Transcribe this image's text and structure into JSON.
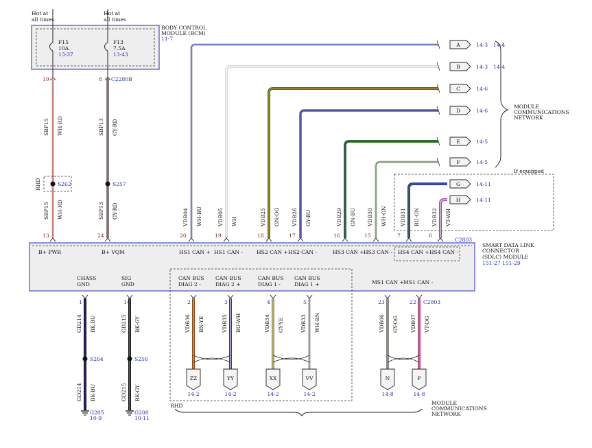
{
  "power_sources": [
    {
      "label_line1": "Hot at",
      "label_line2": "all times",
      "fuse": "F15",
      "rating": "10A",
      "ref": "13-37",
      "pin": "19",
      "circuit": "SBP15",
      "color": "WH-RD",
      "splice": "S262",
      "pin2": "13",
      "circuit2": "SBP15",
      "color2": "WH-RD",
      "sdlc_label": "B+ PWR"
    },
    {
      "label_line1": "Hot at",
      "label_line2": "all times",
      "fuse": "F13",
      "rating": "7.5A",
      "ref": "13-43",
      "pin": "8",
      "connector": "C2280B",
      "circuit": "SBP13",
      "color": "GY-RD",
      "splice": "S257",
      "pin2": "24",
      "circuit2": "SBP13",
      "color2": "GY-RD",
      "sdlc_label": "B+ VQM"
    }
  ],
  "bcm": {
    "line1": "BODY CONTROL",
    "line2": "MODULE (BCM)",
    "ref": "11-7"
  },
  "rhd_label": "RHD",
  "network_wires": [
    {
      "circuit": "VDB04",
      "color": "WH-BU",
      "pin": "20",
      "sdlc_label": "HS1 CAN +",
      "conn": "A",
      "ref": "14-3",
      "ref2": "14-4"
    },
    {
      "circuit": "VDB05",
      "color": "WH",
      "pin": "19",
      "sdlc_label": "HS1 CAN -",
      "conn": "B",
      "ref": "14-3",
      "ref2": "14-4"
    },
    {
      "circuit": "VDB25",
      "color": "GN-OG",
      "pin": "18",
      "sdlc_label": "HS2 CAN +",
      "conn": "C",
      "ref": "14-6",
      "ref2": ""
    },
    {
      "circuit": "VDB26",
      "color": "GY-BU",
      "pin": "17",
      "sdlc_label": "HS2 CAN -",
      "conn": "D",
      "ref": "14-6",
      "ref2": ""
    },
    {
      "circuit": "VDB29",
      "color": "GN-BU",
      "pin": "16",
      "sdlc_label": "HS3 CAN +",
      "conn": "E",
      "ref": "14-5",
      "ref2": ""
    },
    {
      "circuit": "VDB30",
      "color": "WH-GN",
      "pin": "15",
      "sdlc_label": "HS3 CAN -",
      "conn": "F",
      "ref": "14-5",
      "ref2": ""
    },
    {
      "circuit": "VDB31",
      "color": "BU-GN",
      "pin": "7",
      "sdlc_label": "HS4 CAN +",
      "conn": "G",
      "ref": "14-11",
      "ref2": ""
    },
    {
      "circuit": "VDB32",
      "color": "VT-WH",
      "pin": "6",
      "sdlc_label": "HS4 CAN -",
      "conn": "H",
      "ref": "14-11",
      "ref2": ""
    }
  ],
  "module_network_top": {
    "line1": "MODULE",
    "line2": "COMMUNICATIONS",
    "line3": "NETWORK"
  },
  "if_equipped": "If equipped",
  "sdlc": {
    "connector": "C2803",
    "line1": "SMART DATA LINK",
    "line2": "CONNECTOR",
    "line3": "(SDLC) MODULE",
    "ref1": "151-27",
    "ref2": "151-29"
  },
  "grounds": [
    {
      "label1": "CHASS",
      "label2": "GND",
      "pin": "1",
      "circuit": "GD214",
      "color": "BK-BU",
      "splice": "S264",
      "circuit2": "GD214",
      "color2": "BK-BU",
      "ground": "G205",
      "ref": "10-9"
    },
    {
      "label1": "SIG",
      "label2": "GND",
      "pin": "14",
      "circuit": "GD215",
      "color": "BK-GY",
      "splice": "S256",
      "circuit2": "GD215",
      "color2": "BK-GY",
      "ground": "G208",
      "ref": "10-11"
    }
  ],
  "diag_wires": [
    {
      "label1": "CAN BUS",
      "label2": "DIAG 2 -",
      "pin": "2",
      "circuit": "VDB36",
      "color": "BN-YE",
      "conn": "ZZ",
      "ref": "14-2"
    },
    {
      "label1": "CAN BUS",
      "label2": "DIAG 2 +",
      "pin": "3",
      "circuit": "VDB35",
      "color": "BU-WH",
      "conn": "YY",
      "ref": "14-2"
    },
    {
      "label1": "CAN BUS",
      "label2": "DIAG 1 -",
      "pin": "4",
      "circuit": "VDB34",
      "color": "GY-YE",
      "conn": "XX",
      "ref": "14-2"
    },
    {
      "label1": "CAN BUS",
      "label2": "DIAG 1 +",
      "pin": "5",
      "circuit": "VDB33",
      "color": "WH-BN",
      "conn": "VV",
      "ref": "14-2"
    }
  ],
  "ms_wires": [
    {
      "label1": "MS1 CAN +",
      "pin": "23",
      "circuit": "VDB06",
      "color": "GY-OG",
      "conn": "N",
      "ref": "14-8"
    },
    {
      "label1": "MS1 CAN -",
      "pin": "22",
      "connector": "C2803",
      "circuit": "VDB07",
      "color": "VT-OG",
      "conn": "P",
      "ref": "14-8"
    }
  ],
  "module_network_bottom": {
    "line1": "MODULE",
    "line2": "COMMUNICATIONS",
    "line3": "NETWORK"
  },
  "colors": {
    "module_border": "#6b6bd0",
    "module_fill": "#eeeeee",
    "ref_text": "#1f2bb0",
    "pin_text": "#7a1f1f"
  }
}
